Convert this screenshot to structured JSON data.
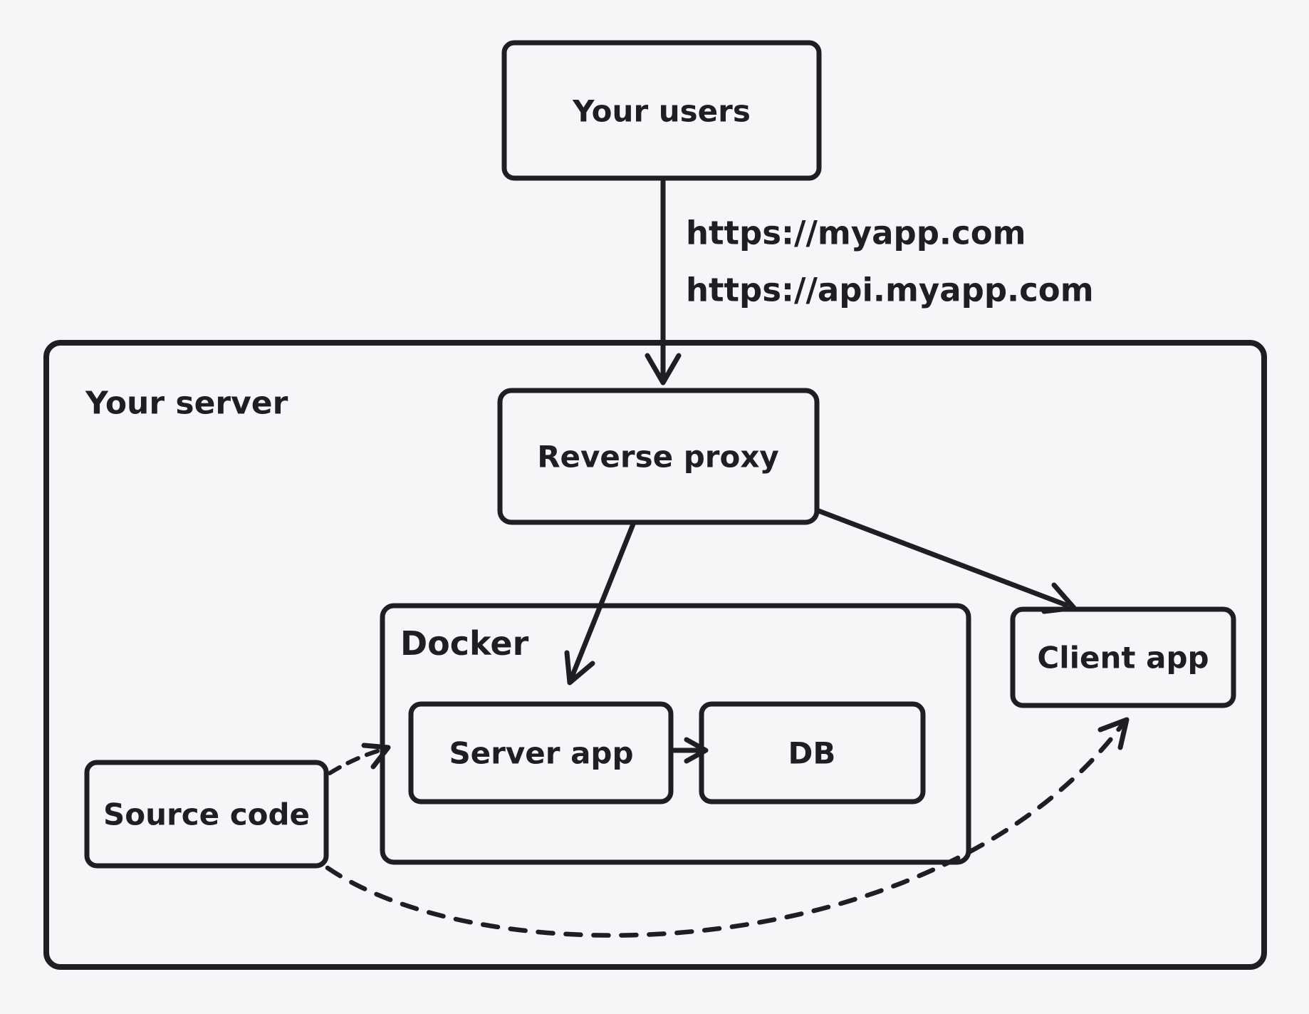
{
  "colors": {
    "background": "#f5f6f8",
    "ink": "#1e1f24",
    "red": "#e03131",
    "blue": "#4aa0f4"
  },
  "nodes": {
    "your_users": "Your users",
    "your_server": "Your server",
    "reverse_proxy": "Reverse proxy",
    "docker": "Docker",
    "server_app": "Server app",
    "db": "DB",
    "client_app": "Client app",
    "source_code": "Source code"
  },
  "edge_labels": {
    "user_traffic": [
      "https://myapp.com",
      "https://api.myapp.com"
    ]
  }
}
